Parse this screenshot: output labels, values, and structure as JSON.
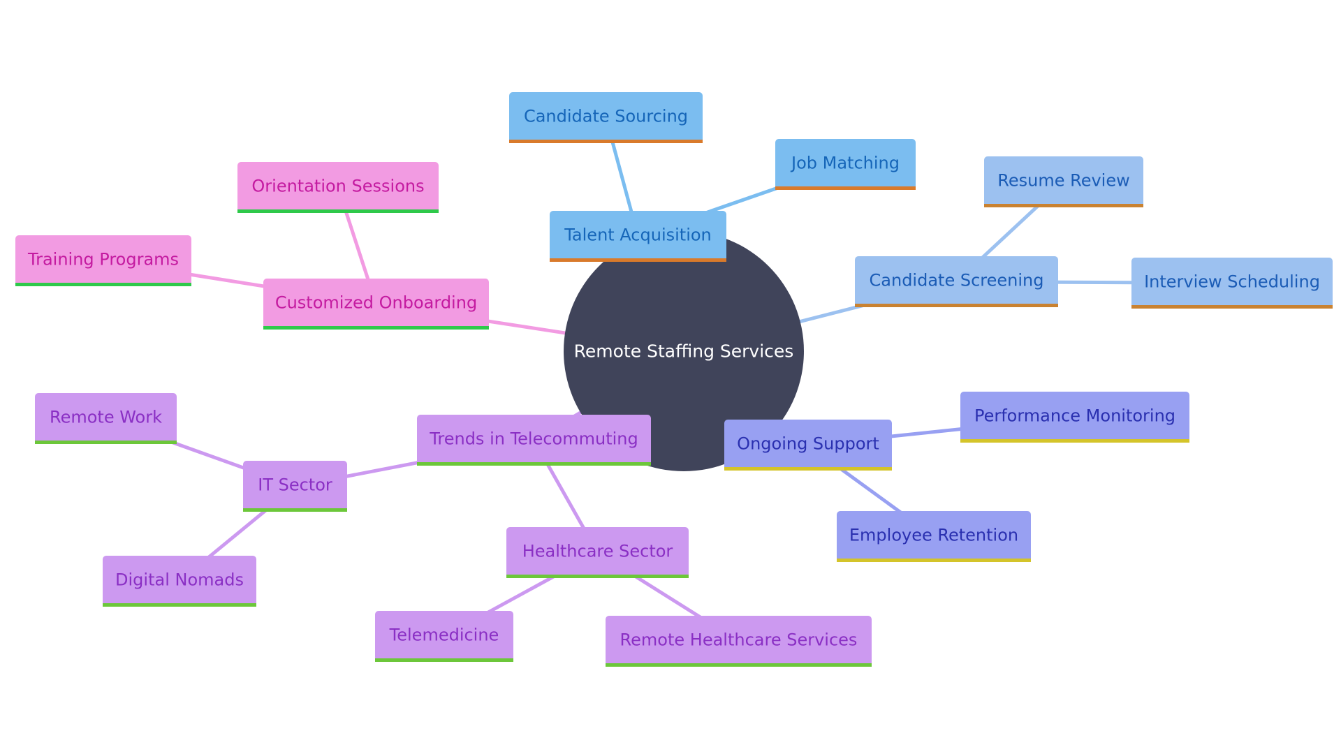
{
  "diagram": {
    "root": {
      "label": "Remote Staffing Services",
      "fill": "#40445a",
      "text_color": "#ffffff"
    },
    "palette": {
      "acquisition": {
        "fill": "#7bbdf0",
        "text": "#1565b8",
        "border": "#d97a2b",
        "line": "#7bbdf0"
      },
      "screening": {
        "fill": "#9cc1f0",
        "text": "#1a5bb5",
        "border": "#c98231",
        "line": "#9cc1f0"
      },
      "support": {
        "fill": "#98a0f2",
        "text": "#2a30b0",
        "border": "#d4c42a",
        "line": "#98a0f2"
      },
      "trends": {
        "fill": "#cc99f0",
        "text": "#8a2fc4",
        "border": "#6cc73a",
        "line": "#cc99f0"
      },
      "onboarding": {
        "fill": "#f29be2",
        "text": "#c41aa0",
        "border": "#2ec94a",
        "line": "#f29be2"
      }
    },
    "nodes": [
      {
        "id": "talent-acquisition",
        "label": "Talent Acquisition",
        "group": "acquisition",
        "parent": "root"
      },
      {
        "id": "candidate-sourcing",
        "label": "Candidate Sourcing",
        "group": "acquisition",
        "parent": "talent-acquisition"
      },
      {
        "id": "job-matching",
        "label": "Job Matching",
        "group": "acquisition",
        "parent": "talent-acquisition"
      },
      {
        "id": "candidate-screening",
        "label": "Candidate Screening",
        "group": "screening",
        "parent": "root"
      },
      {
        "id": "resume-review",
        "label": "Resume Review",
        "group": "screening",
        "parent": "candidate-screening"
      },
      {
        "id": "interview-scheduling",
        "label": "Interview Scheduling",
        "group": "screening",
        "parent": "candidate-screening"
      },
      {
        "id": "ongoing-support",
        "label": "Ongoing Support",
        "group": "support",
        "parent": "root"
      },
      {
        "id": "performance-monitoring",
        "label": "Performance Monitoring",
        "group": "support",
        "parent": "ongoing-support"
      },
      {
        "id": "employee-retention",
        "label": "Employee Retention",
        "group": "support",
        "parent": "ongoing-support"
      },
      {
        "id": "trends-telecommuting",
        "label": "Trends in Telecommuting",
        "group": "trends",
        "parent": "root"
      },
      {
        "id": "it-sector",
        "label": "IT Sector",
        "group": "trends",
        "parent": "trends-telecommuting"
      },
      {
        "id": "remote-work",
        "label": "Remote Work",
        "group": "trends",
        "parent": "it-sector"
      },
      {
        "id": "digital-nomads",
        "label": "Digital Nomads",
        "group": "trends",
        "parent": "it-sector"
      },
      {
        "id": "healthcare-sector",
        "label": "Healthcare Sector",
        "group": "trends",
        "parent": "trends-telecommuting"
      },
      {
        "id": "telemedicine",
        "label": "Telemedicine",
        "group": "trends",
        "parent": "healthcare-sector"
      },
      {
        "id": "remote-healthcare",
        "label": "Remote Healthcare Services",
        "group": "trends",
        "parent": "healthcare-sector"
      },
      {
        "id": "customized-onboarding",
        "label": "Customized Onboarding",
        "group": "onboarding",
        "parent": "root"
      },
      {
        "id": "orientation-sessions",
        "label": "Orientation Sessions",
        "group": "onboarding",
        "parent": "customized-onboarding"
      },
      {
        "id": "training-programs",
        "label": "Training Programs",
        "group": "onboarding",
        "parent": "customized-onboarding"
      }
    ]
  }
}
